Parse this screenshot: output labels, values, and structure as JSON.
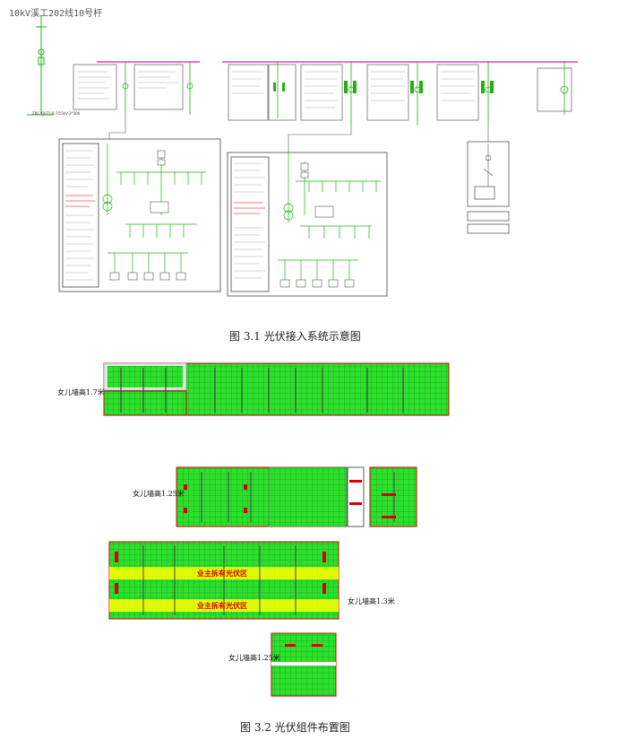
{
  "diagram_title": "10kV溪工202线10号杆",
  "figure1_caption": "图 3.1  光伏接入系统示意图",
  "figure2_caption": "图 3.2  光伏组件布置图",
  "layout_labels": {
    "wall_1": "女儿墙高1.7米",
    "wall_2": "女儿墙高1.25米",
    "wall_3": "女儿墙高1.3米",
    "wall_4": "女儿墙高1.25米",
    "owner_zone_south": "业主拆有光伏区",
    "owner_zone_north": "业主拆有光伏区"
  },
  "colors": {
    "busbar": "#e0199a",
    "feeder": "#22b014",
    "panel": "#2ee02e",
    "panel_grid": "#0a8a0a",
    "outline": "#d40000",
    "highlight": "#ffff00"
  }
}
